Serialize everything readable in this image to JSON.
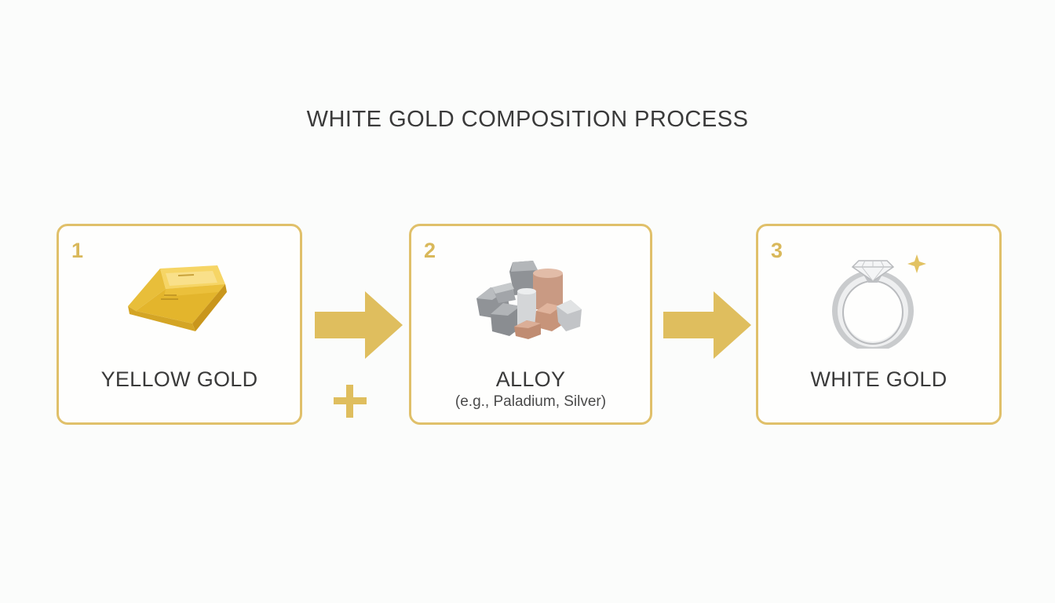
{
  "diagram": {
    "title": "WHITE GOLD COMPOSITION PROCESS",
    "accent_color": "#e0c06a",
    "steps": [
      {
        "number": "1",
        "label": "YELLOW GOLD",
        "sublabel": "",
        "icon": "gold-bar-icon"
      },
      {
        "number": "2",
        "label": "ALLOY",
        "sublabel": "(e.g., Paladium, Silver)",
        "icon": "metal-nuggets-icon"
      },
      {
        "number": "3",
        "label": "WHITE GOLD",
        "sublabel": "",
        "icon": "diamond-ring-icon"
      }
    ],
    "connectors": [
      {
        "from": "1",
        "to": "2",
        "icon": "right-arrow-icon"
      },
      {
        "from": "2",
        "to": "3",
        "icon": "right-arrow-icon"
      }
    ],
    "operator": {
      "symbol": "plus",
      "icon": "plus-icon"
    }
  }
}
